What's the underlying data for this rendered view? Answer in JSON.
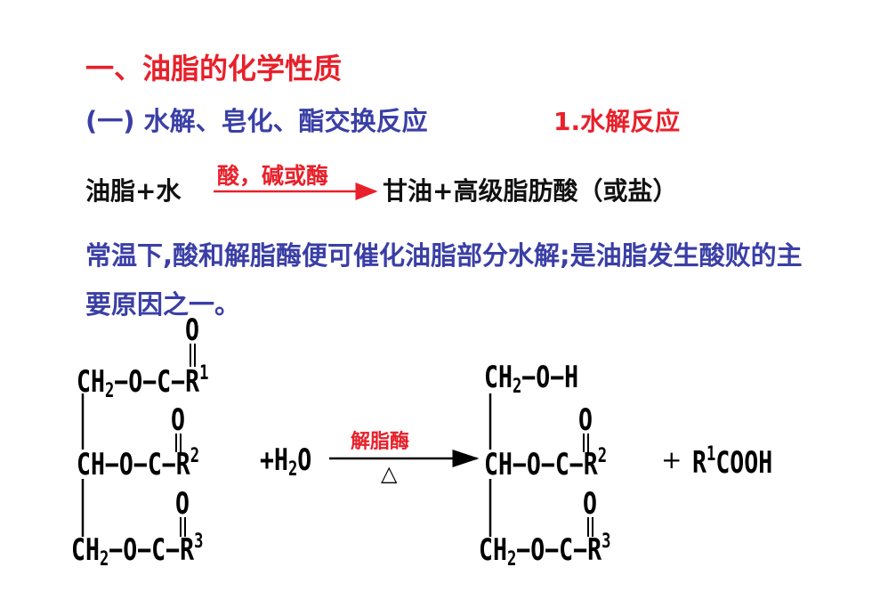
{
  "heading": {
    "title": "一、油脂的化学性质",
    "subtitle": "(一) 水解、皂化、酯交换反应",
    "section": "1.水解反应"
  },
  "equation": {
    "left": "油脂+水",
    "condition": "酸，碱或酶",
    "right": "甘油+高级脂肪酸（或盐）"
  },
  "description": "常温下,酸和解脂酶便可催化油脂部分水解;是油脂发生酸败的主要原因之一。",
  "reaction": {
    "oxygen": "O",
    "left_row1": {
      "a": "CH",
      "sub": "2",
      "b": "−O−C−R",
      "sup": "1"
    },
    "left_row2": {
      "a": "CH−O−C−R",
      "sup": "2"
    },
    "left_row3": {
      "a": "CH",
      "sub": "2",
      "b": "−O−C−R",
      "sup": "3"
    },
    "reagent": {
      "a": "+H",
      "sub": "2",
      "b": "O"
    },
    "condition": "解脂酶",
    "heat": "△",
    "right_row1": {
      "a": "CH",
      "sub": "2",
      "b": "−O−H"
    },
    "right_row2": {
      "a": "CH−O−C−R",
      "sup": "2"
    },
    "right_row3": {
      "a": "CH",
      "sub": "2",
      "b": "−O−C−R",
      "sup": "3"
    },
    "plus": "+",
    "product": {
      "a": "R",
      "sup": "1",
      "b": "COOH"
    }
  }
}
